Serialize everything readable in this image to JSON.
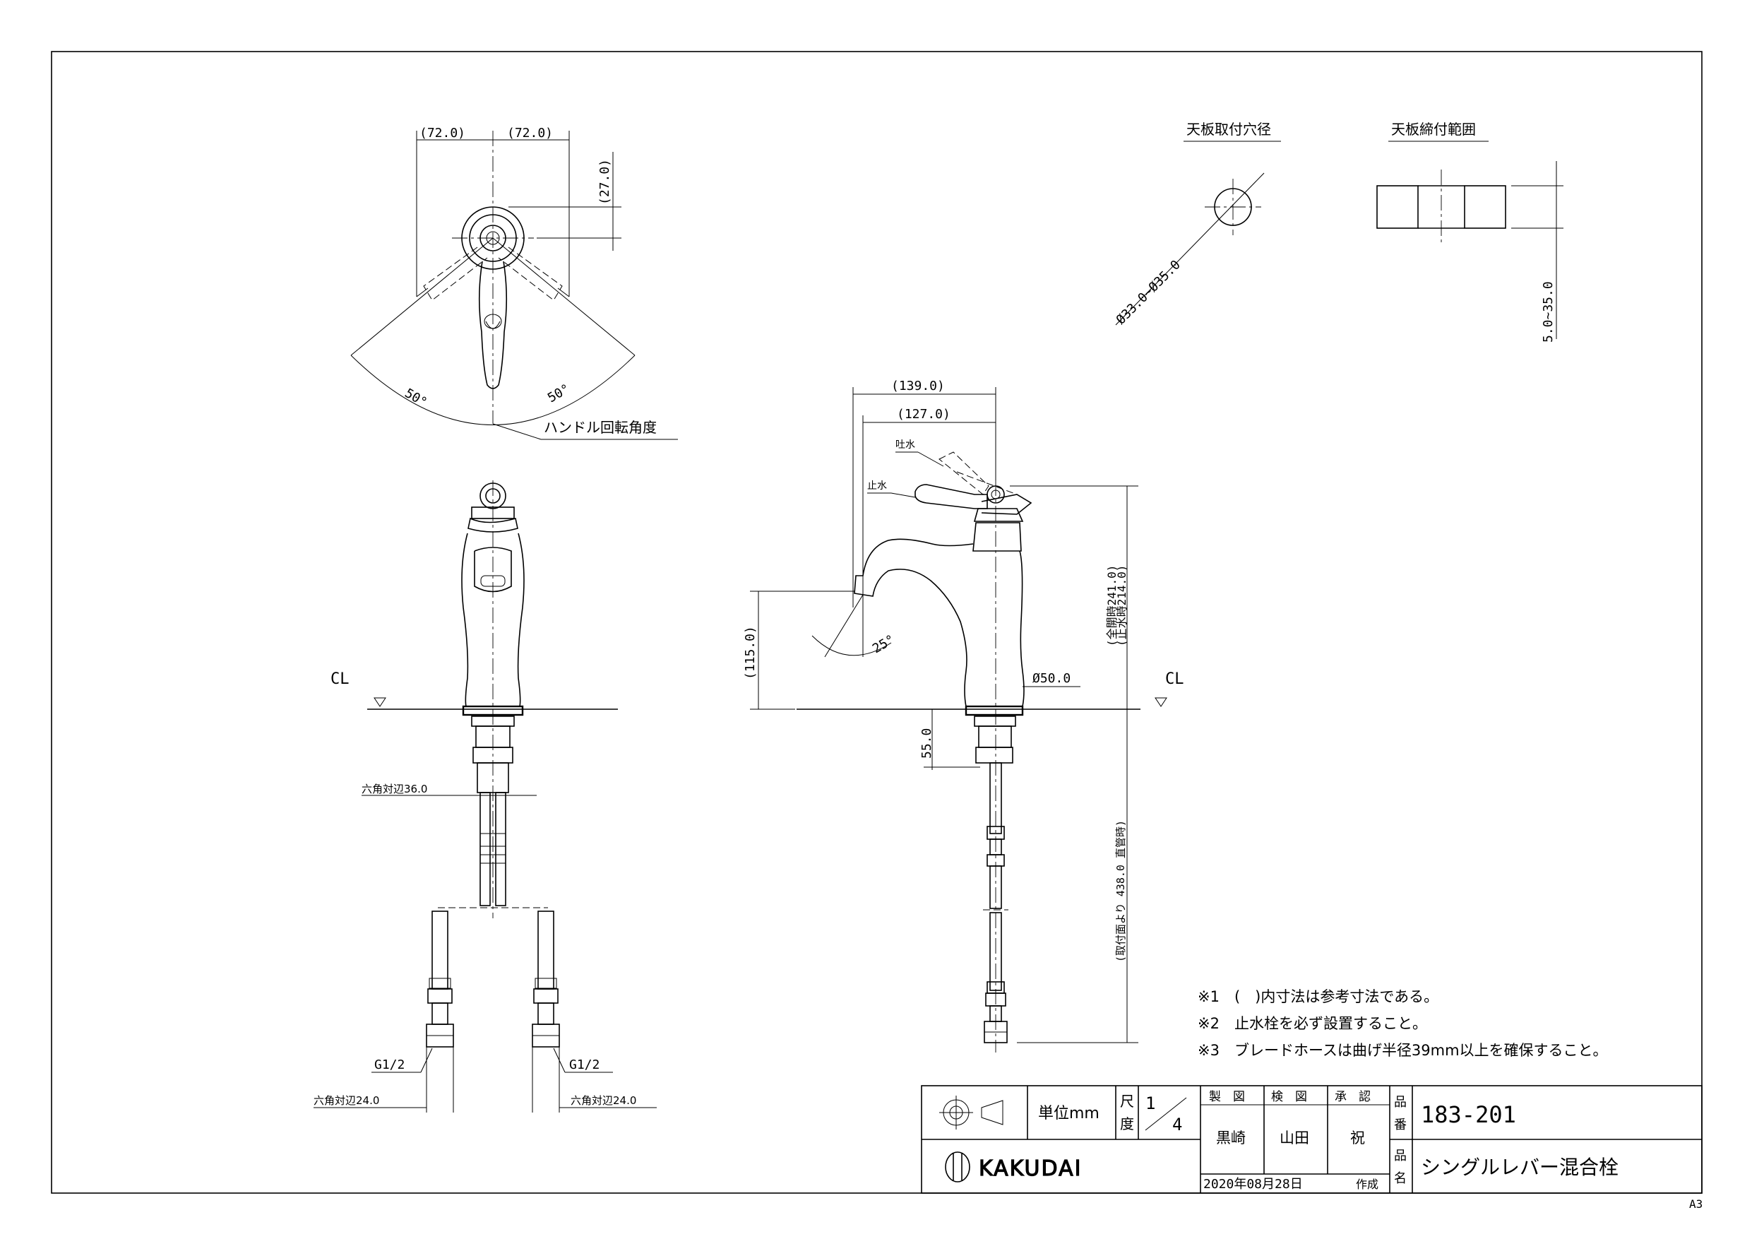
{
  "sheet": {
    "paper_size": "A3"
  },
  "top_view": {
    "dim_left": "(72.0)",
    "dim_right": "(72.0)",
    "dim_offset": "(27.0)",
    "angle_left": "50°",
    "angle_right": "50°",
    "caption": "ハンドル回転角度"
  },
  "front_view": {
    "cl_label": "CL",
    "hex_nut": "六角対辺36.0",
    "thread_left": "G1/2",
    "thread_right": "G1/2",
    "hex_left": "六角対辺24.0",
    "hex_right": "六角対辺24.0"
  },
  "side_view": {
    "dim_total_reach": "(139.0)",
    "dim_spout_reach": "(127.0)",
    "label_flow": "吐水",
    "label_stop": "止水",
    "dim_height": "(115.0)",
    "angle_spout": "25°",
    "dim_open_height": "(全開時241.0)",
    "dim_closed_height": "(止水時214.0)",
    "dim_base_dia": "Ø50.0",
    "dim_thread_len": "55.0",
    "dim_hose": "(取付面より 438.0 直管時)",
    "cl_label": "CL"
  },
  "mount_hole": {
    "title": "天板取付穴径",
    "dim": "Ø33.0~Ø35.0"
  },
  "mount_range": {
    "title": "天板締付範囲",
    "dim": "5.0~35.0"
  },
  "notes": [
    "※1　(　)内寸法は参考寸法である。",
    "※2　止水栓を必ず設置すること。",
    "※3　ブレードホースは曲げ半径39mm以上を確保すること。"
  ],
  "title_block": {
    "unit_label": "単位mm",
    "scale_label_1": "尺",
    "scale_label_2": "度",
    "scale_value_num": "1",
    "scale_value_den": "4",
    "drawn_label": "製　図",
    "checked_label": "検　図",
    "approved_label": "承　認",
    "drawn_by": "黒崎",
    "checked_by": "山田",
    "approved_by": "祝",
    "part_no_label_1": "品",
    "part_no_label_2": "番",
    "part_no": "183-201",
    "part_name_label_1": "品",
    "part_name_label_2": "名",
    "part_name": "シングルレバー混合栓",
    "company": "KAKUDAI",
    "date": "2020年08月28日",
    "created": "作成"
  }
}
